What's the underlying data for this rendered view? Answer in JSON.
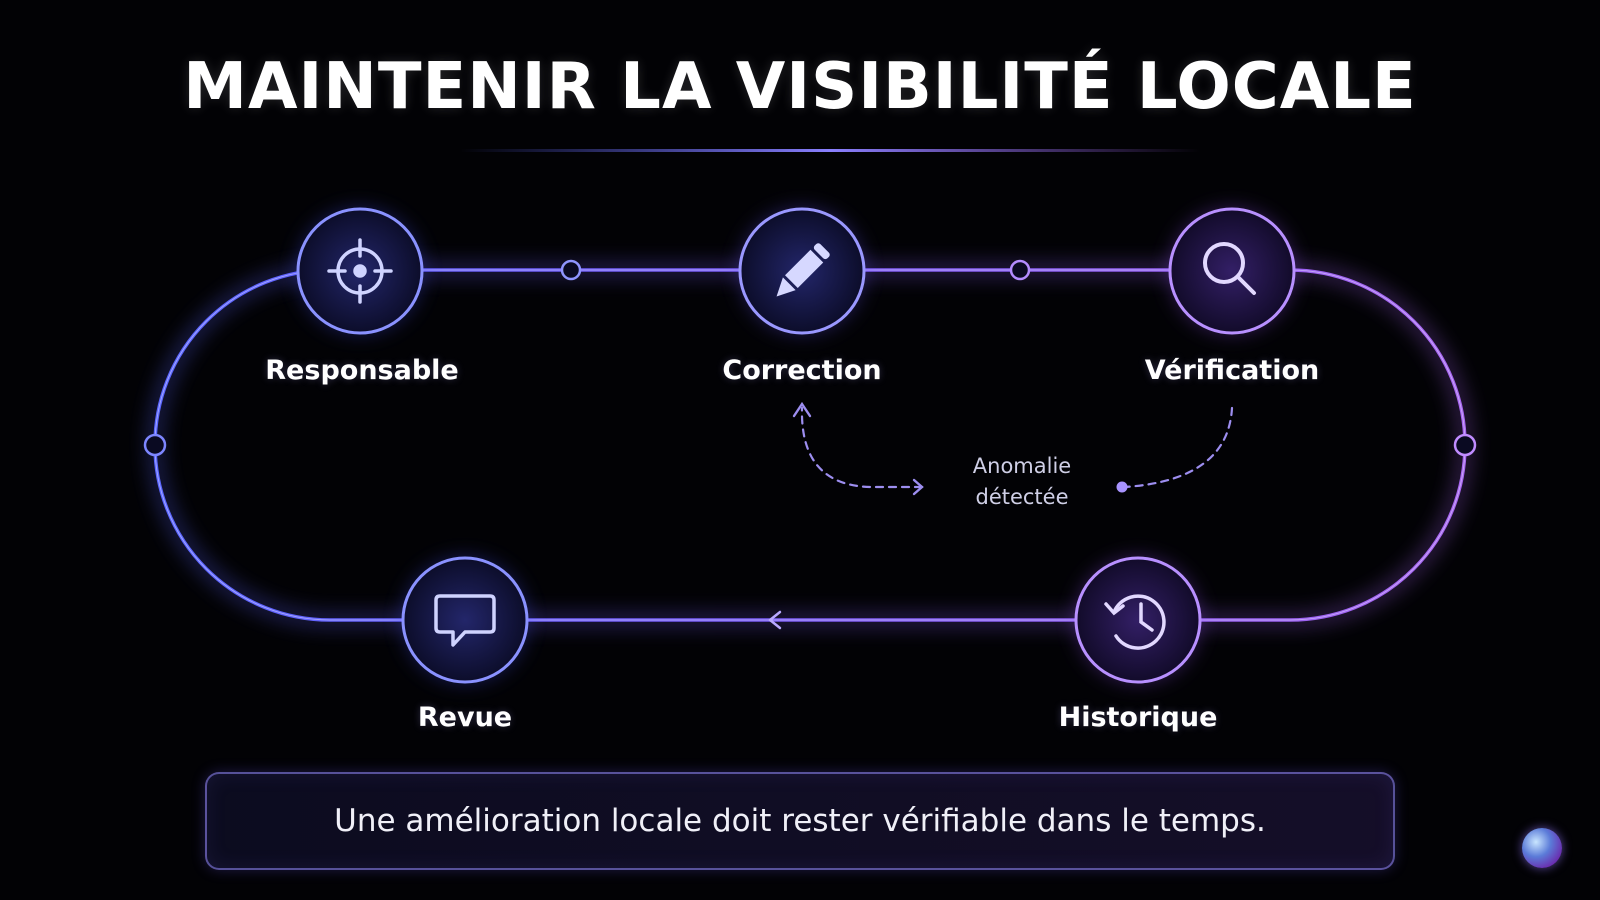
{
  "title": "MAINTENIR LA VISIBILITÉ LOCALE",
  "nodes": {
    "responsable": "Responsable",
    "correction": "Correction",
    "verification": "Vérification",
    "revue": "Revue",
    "historique": "Historique"
  },
  "anomaly": {
    "line1": "Anomalie",
    "line2": "détectée"
  },
  "caption": "Une amélioration locale doit rester vérifiable dans le temps.",
  "colors": {
    "background": "#020205",
    "blue": "#5b63ff",
    "purple": "#9b5cf0",
    "violet": "#b06cf0"
  },
  "icons": {
    "responsable": "crosshair-icon",
    "correction": "pencil-icon",
    "verification": "magnifier-icon",
    "revue": "speech-bubble-icon",
    "historique": "history-clock-icon"
  }
}
